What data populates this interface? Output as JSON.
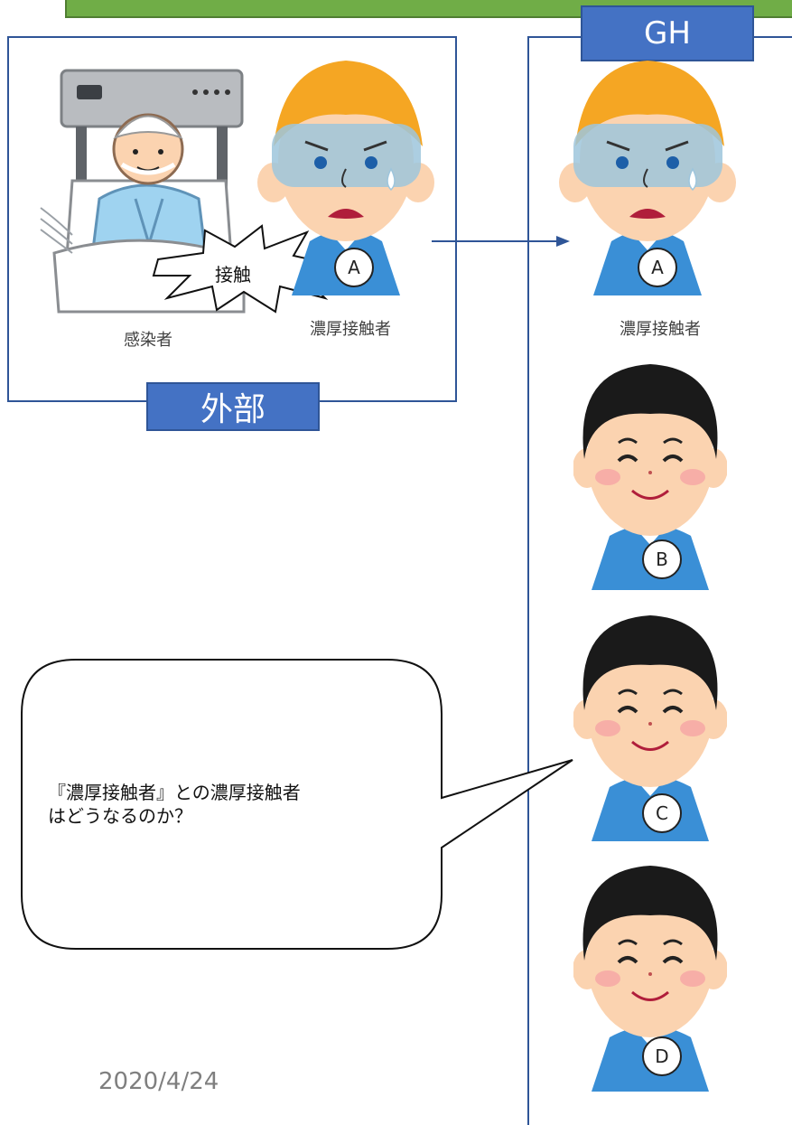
{
  "outside": {
    "label": "外部",
    "infected_caption": "感染者",
    "contact_caption": "濃厚接触者",
    "burst_text": "接触",
    "person_a": "A"
  },
  "gh": {
    "label": "GH",
    "person_a": "A",
    "person_a_caption": "濃厚接触者",
    "person_b": "B",
    "person_c": "C",
    "person_d": "D"
  },
  "speech": {
    "text": "『濃厚接触者』との濃厚接触者\nはどうなるのか？"
  },
  "footer": {
    "date": "2020/4/24"
  },
  "colors": {
    "frame": "#2f5597",
    "label_fill": "#4472c4",
    "topbar": "#70ad47",
    "hair_orange": "#f5a623",
    "hair_black": "#1a1a1a",
    "shirt_blue": "#3a8fd6",
    "skin": "#fbd3b0"
  }
}
